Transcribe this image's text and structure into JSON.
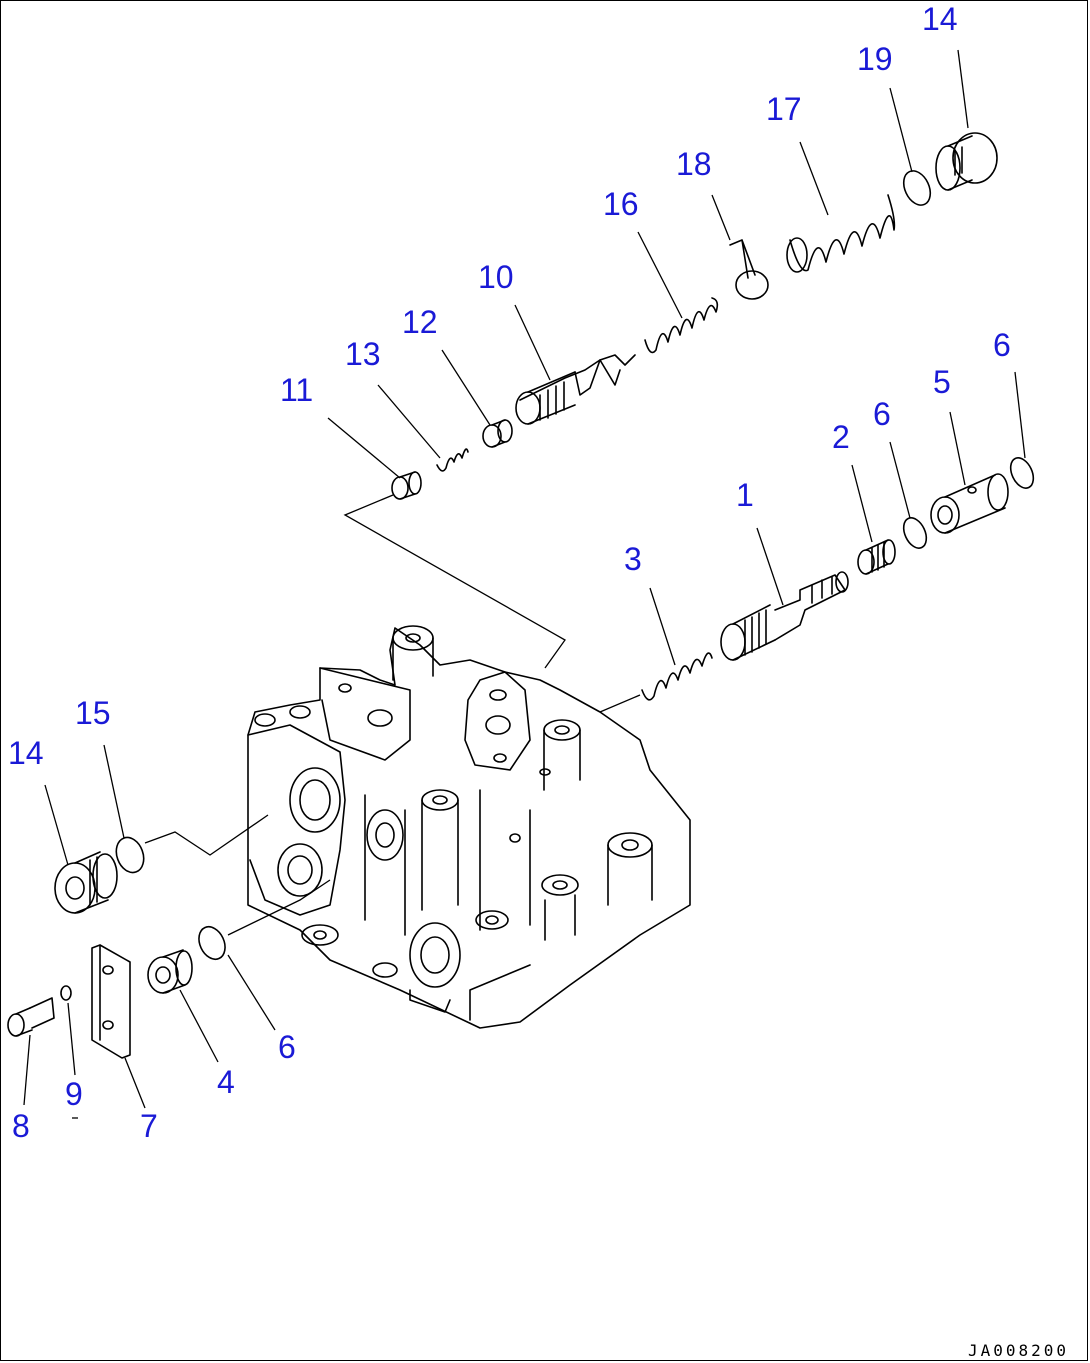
{
  "labels": {
    "l14a": "14",
    "l19": "19",
    "l17": "17",
    "l18": "18",
    "l16": "16",
    "l10": "10",
    "l12": "12",
    "l13": "13",
    "l11": "11",
    "l6a": "6",
    "l5": "5",
    "l6b": "6",
    "l2": "2",
    "l1": "1",
    "l3": "3",
    "l15": "15",
    "l14b": "14",
    "l6c": "6",
    "l4": "4",
    "l9": "9",
    "l8": "8",
    "l7": "7"
  },
  "drawing_code": "JA008200"
}
